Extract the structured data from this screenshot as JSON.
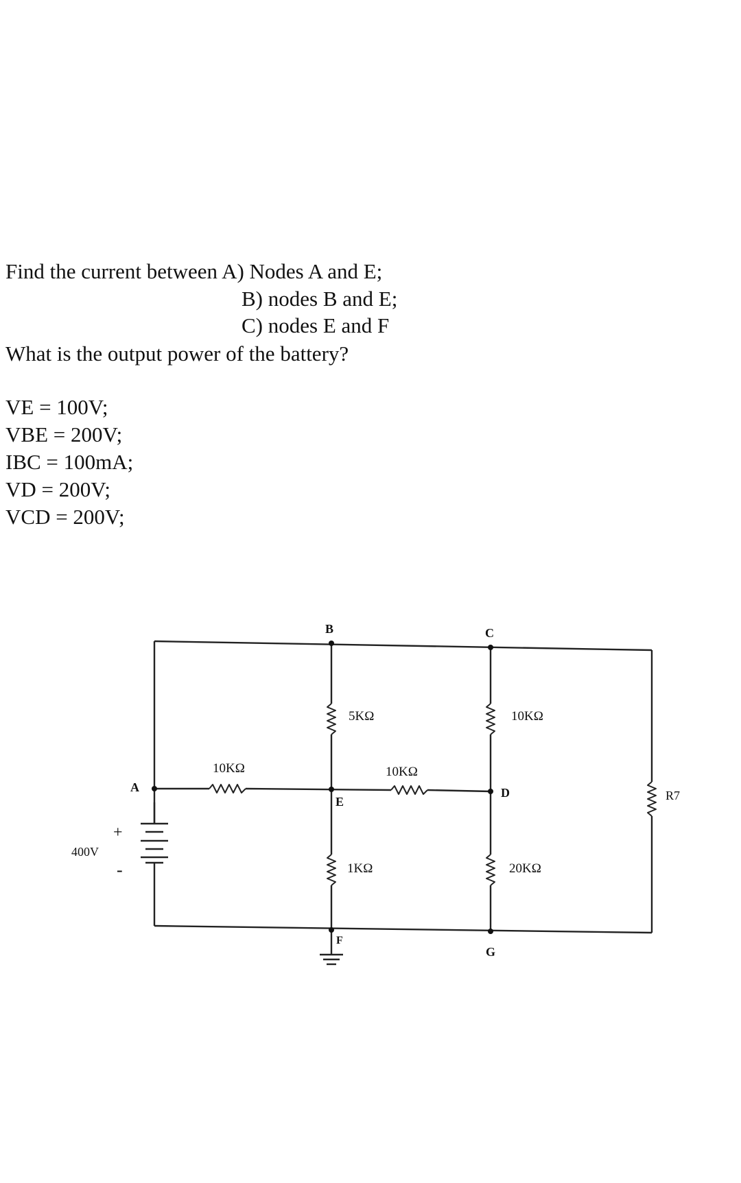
{
  "question": {
    "line1": "Find the current between A) Nodes A and E;",
    "line2": "B) nodes B and E;",
    "line3": "C) nodes E and F",
    "line4": "What is the output power of the battery?"
  },
  "given": [
    "VE = 100V;",
    "VBE = 200V;",
    "IBC = 100mA;",
    "VD = 200V;",
    "VCD = 200V;"
  ],
  "circuit": {
    "nodes": {
      "A": "A",
      "B": "B",
      "C": "C",
      "D": "D",
      "E": "E",
      "F": "F",
      "G": "G"
    },
    "battery": {
      "voltage": "400V",
      "plus": "+",
      "minus": "-"
    },
    "resistors": {
      "AE": "10KΩ",
      "BE": "5KΩ",
      "ED": "10KΩ",
      "CD": "10KΩ",
      "EF": "1KΩ",
      "DG": "20KΩ",
      "R7": "R7"
    }
  }
}
